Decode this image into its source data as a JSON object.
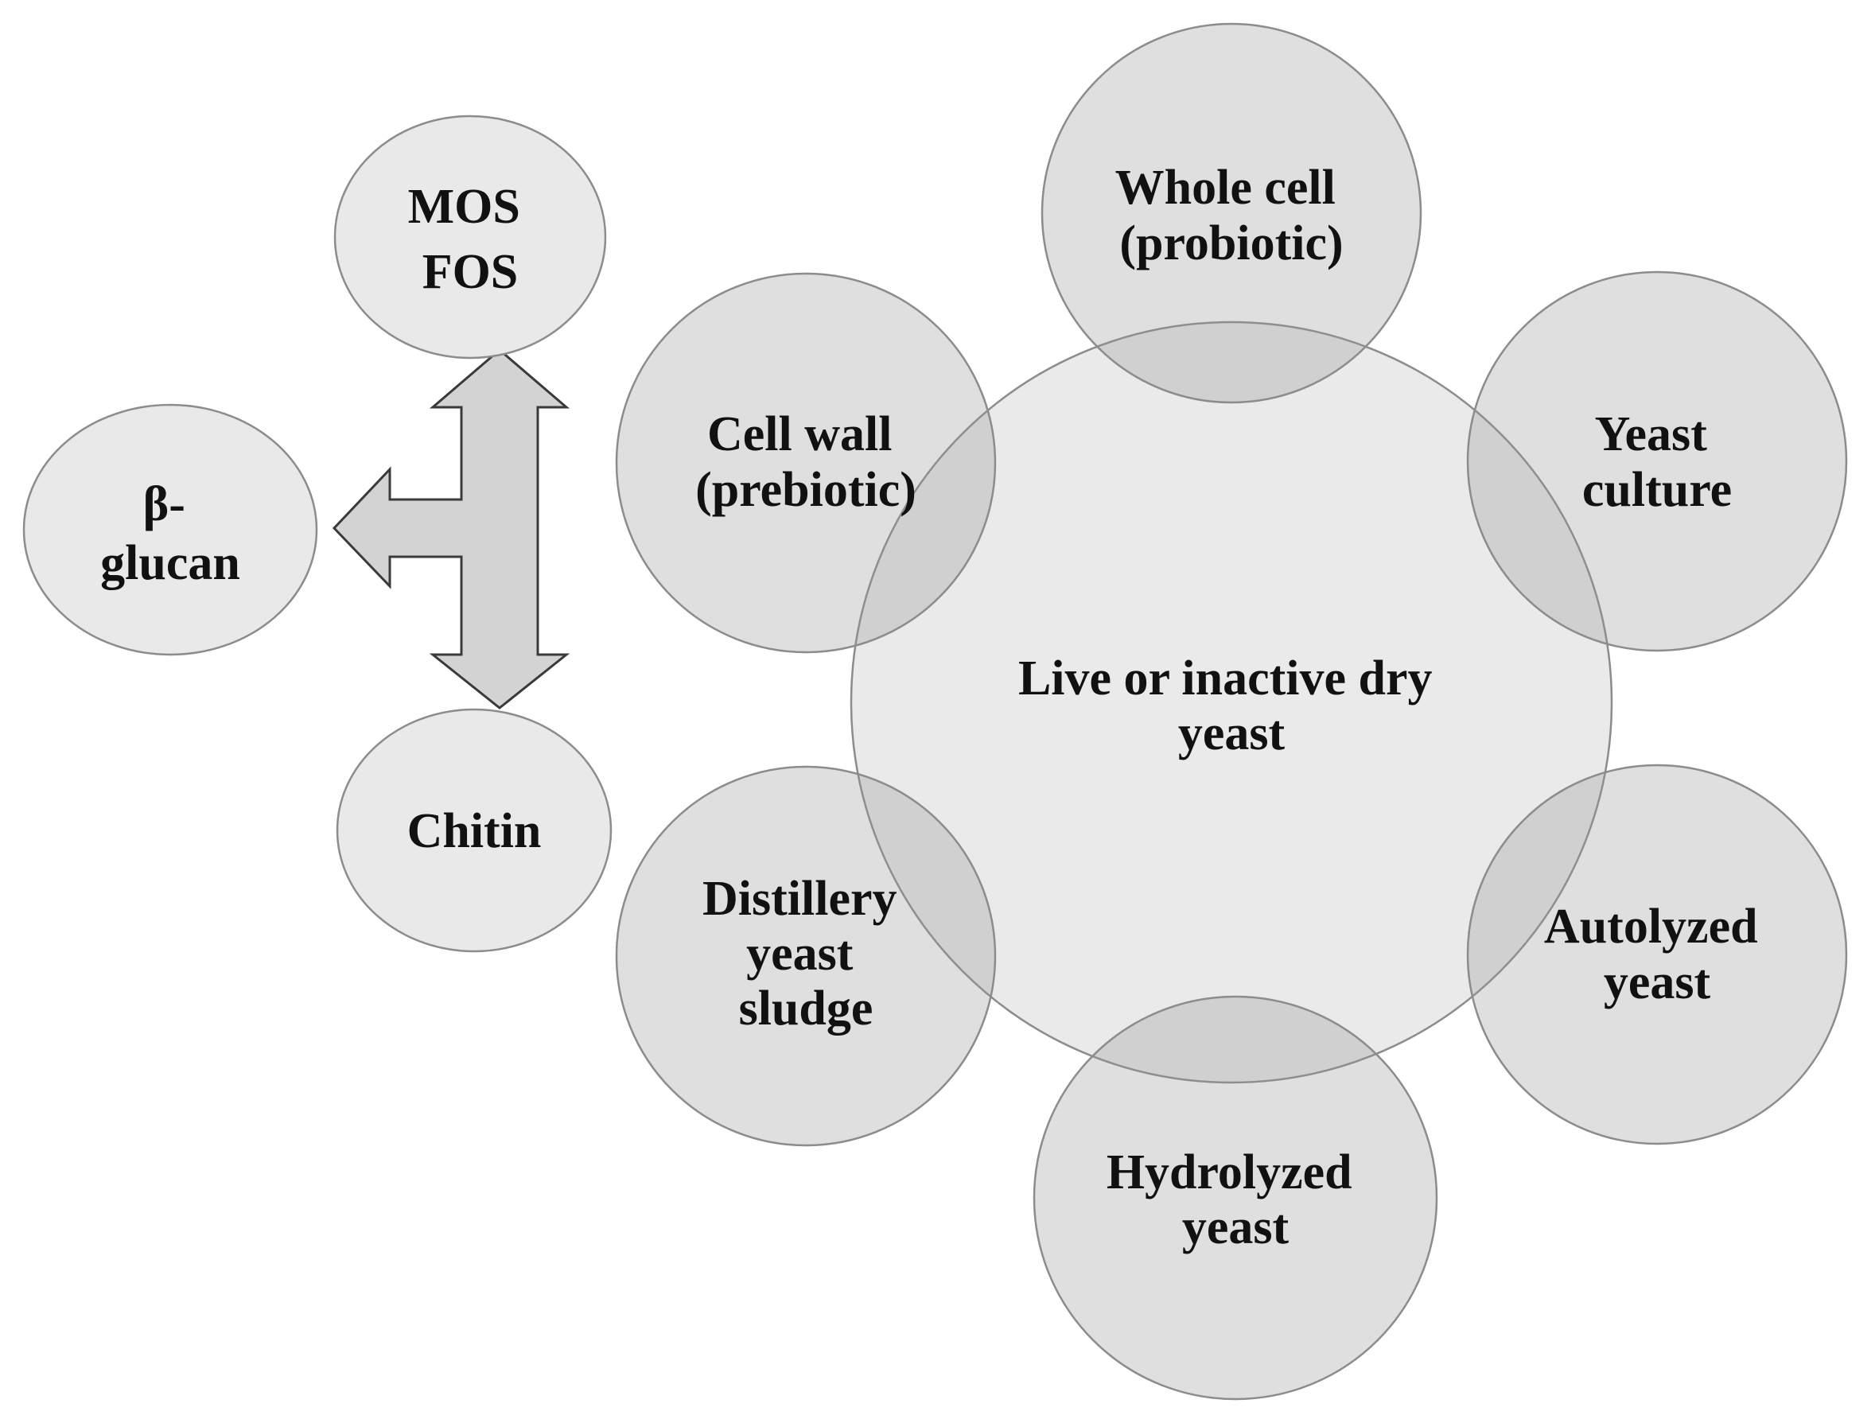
{
  "diagram": {
    "center": {
      "lines": [
        "Live or inactive dry",
        "yeast"
      ]
    },
    "outer_nodes": [
      {
        "id": "whole-cell",
        "lines": [
          "Whole cell",
          "(probiotic)"
        ]
      },
      {
        "id": "yeast-culture",
        "lines": [
          "Yeast",
          "culture"
        ]
      },
      {
        "id": "autolyzed-yeast",
        "lines": [
          "Autolyzed",
          "yeast"
        ]
      },
      {
        "id": "hydrolyzed-yeast",
        "lines": [
          "Hydrolyzed",
          "yeast"
        ]
      },
      {
        "id": "distillery-yeast-sludge",
        "lines": [
          "Distillery",
          "yeast",
          "sludge"
        ]
      },
      {
        "id": "cell-wall",
        "lines": [
          "Cell wall",
          "(prebiotic)"
        ]
      }
    ],
    "side_nodes": [
      {
        "id": "mos-fos",
        "lines": [
          "MOS",
          "FOS"
        ]
      },
      {
        "id": "beta-glucan",
        "lines": [
          "β-",
          "glucan"
        ]
      },
      {
        "id": "chitin",
        "lines": [
          "Chitin"
        ]
      }
    ]
  }
}
